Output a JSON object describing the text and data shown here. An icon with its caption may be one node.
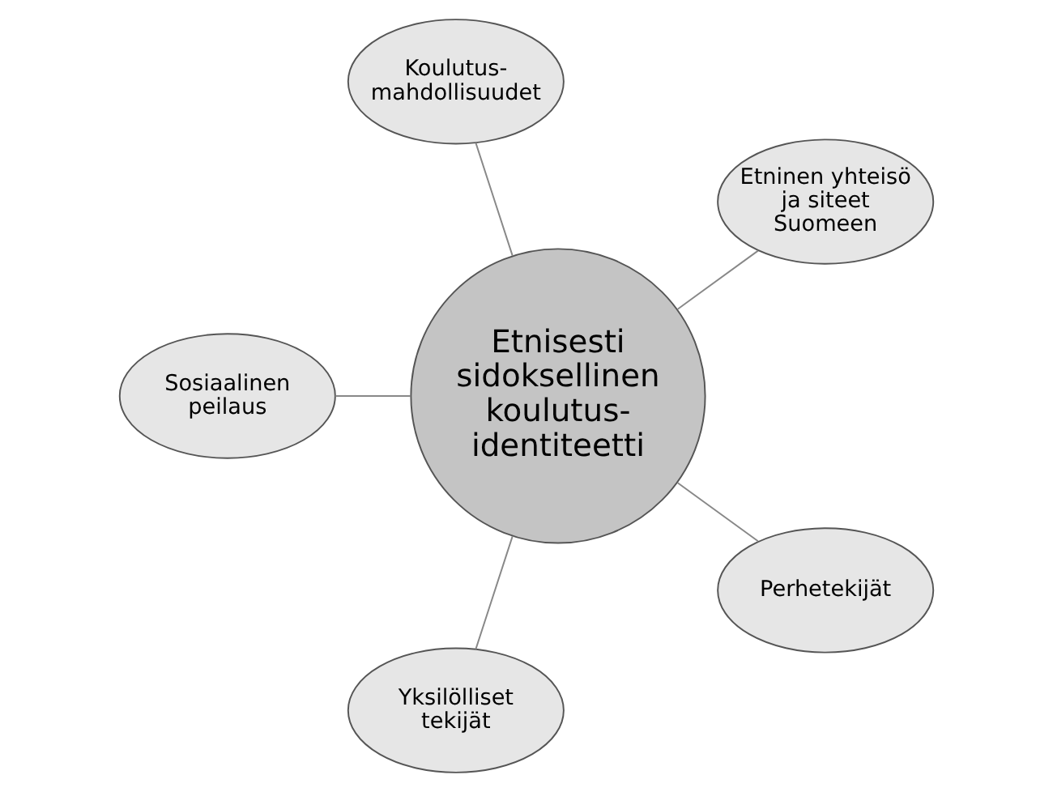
{
  "diagram": {
    "nodes": [
      {
        "text": [
          "Etnisesti sidoksellinen koulutus- identiteetti"
        ]
      },
      {
        "text": [
          "Etninen yhteisö ja siteet Suomeen"
        ]
      },
      {
        "text": [
          "Koulutus- mahdollisuudet"
        ]
      },
      {
        "text": [
          "Sosiaalinen peilaus"
        ]
      },
      {
        "text": [
          "Yksilölliset tekijät"
        ]
      },
      {
        "text": [
          "Perhetekijät"
        ]
      }
    ],
    "edges": [
      {
        "from": 0,
        "to": 1,
        "arrow": "none"
      },
      {
        "from": 0,
        "to": 2,
        "arrow": "none"
      },
      {
        "from": 0,
        "to": 3,
        "arrow": "none"
      },
      {
        "from": 0,
        "to": 4,
        "arrow": "none"
      },
      {
        "from": 0,
        "to": 5,
        "arrow": "none"
      }
    ]
  }
}
